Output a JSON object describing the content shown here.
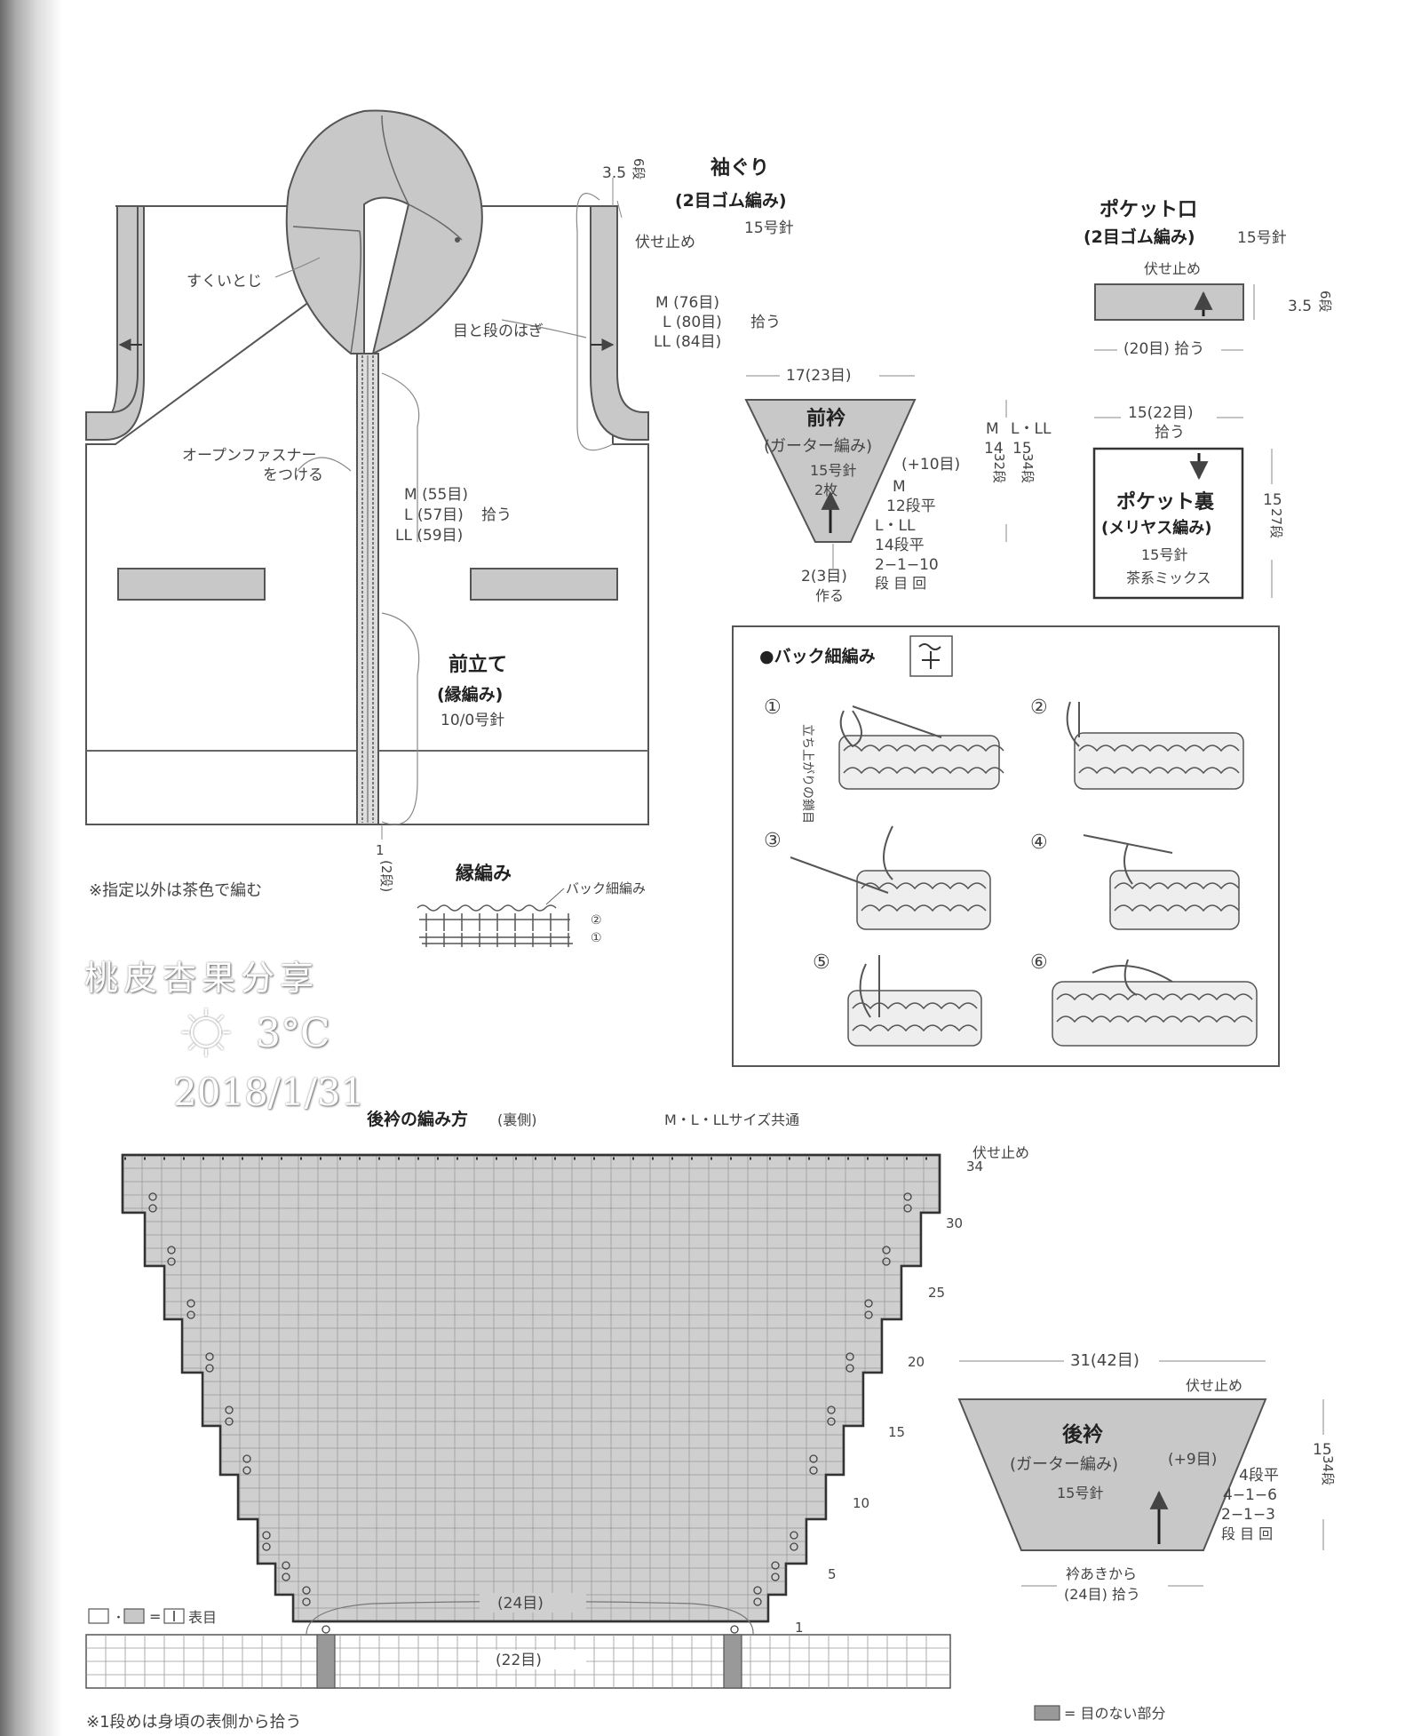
{
  "vest": {
    "sukui_toji": "すくいとじ",
    "me_to_dan": "目と段のはぎ",
    "open_fastener": "オープンファスナー",
    "tsukeru": "をつける",
    "sode_title": "袖ぐり",
    "sode_sub": "(2目ゴム編み)",
    "sode_needle": "15号針",
    "sode_h": "3.5",
    "sode_rows": "6段",
    "fuse_dome": "伏せ止め",
    "armhole_m": "M (76目)",
    "armhole_l": "L (80目)",
    "armhole_ll": "LL (84目)",
    "hirou": "拾う",
    "front_m": "M (55目)",
    "front_l": "L (57目)",
    "front_ll": "LL (59目)",
    "maedate_title": "前立て",
    "maedate_sub": "(縁編み)",
    "maedate_needle": "10/0号針",
    "bottom_label": "1",
    "bottom_rows": "(2段)",
    "note_brown": "※指定以外は茶色で編む"
  },
  "edge": {
    "title": "縁編み",
    "back_label": "バック細編み",
    "row2": "②",
    "row1": "①"
  },
  "pocket_mouth": {
    "title": "ポケット口",
    "sub": "(2目ゴム編み)",
    "needle": "15号針",
    "fuse": "伏せ止め",
    "h": "3.5",
    "rows": "6段",
    "pick": "(20目) 拾う"
  },
  "front_collar": {
    "width": "17(23目)",
    "title": "前衿",
    "sub": "(ガーター編み)",
    "needle": "15号針",
    "count": "2枚",
    "plus": "(+10目)",
    "m": "M",
    "m_rows": "12段平",
    "lll": "L・LL",
    "lll_rows": "14段平",
    "dec": "2−1−10",
    "dec_h": "段 目 回",
    "cast": "2(3目)",
    "cast2": "作る",
    "size_m": "M",
    "size_lll": "L・LL",
    "size_m_v": "14",
    "size_lll_v": "15",
    "size_m_r": "32段",
    "size_lll_r": "34段"
  },
  "pocket_back": {
    "width": "15(22目)",
    "pick": "拾う",
    "title": "ポケット裏",
    "sub": "(メリヤス編み)",
    "needle": "15号針",
    "yarn": "茶系ミックス",
    "h": "15",
    "rows": "27段"
  },
  "back_sc": {
    "title": "●バック細編み",
    "s1": "①",
    "s2": "②",
    "s3": "③",
    "s4": "④",
    "s5": "⑤",
    "s6": "⑥",
    "note": "立ち上がりの鎖目"
  },
  "watermark": {
    "line1": "桃皮杏果分享",
    "line2": "3°C",
    "line3": "2018/1/31"
  },
  "chart": {
    "title": "後衿の編み方",
    "side": "(裏側)",
    "sizes": "M・L・LLサイズ共通",
    "fuse": "伏せ止め",
    "r34": "34",
    "r30": "30",
    "r25": "25",
    "r20": "20",
    "r15": "15",
    "r10": "10",
    "r5": "5",
    "r1": "1",
    "top24": "(24目)",
    "bot22": "(22目)",
    "legend": "=",
    "legend_label": "表目",
    "note1": "※1段めは身頃の表側から拾う",
    "legend_gray": "= 目のない部分"
  },
  "back_collar": {
    "width": "31(42目)",
    "fuse": "伏せ止め",
    "title": "後衿",
    "sub": "(ガーター編み)",
    "plus": "(+9目)",
    "needle": "15号針",
    "inc1": "4段平",
    "inc2": "4−1−6",
    "inc3": "2−1−3",
    "inc_h": "段 目 回",
    "h": "15",
    "rows": "34段",
    "bottom1": "衿あきから",
    "bottom2": "(24目) 拾う"
  },
  "colors": {
    "gray_fill": "#c8c8c8",
    "line": "#555555",
    "grid": "#999999"
  }
}
